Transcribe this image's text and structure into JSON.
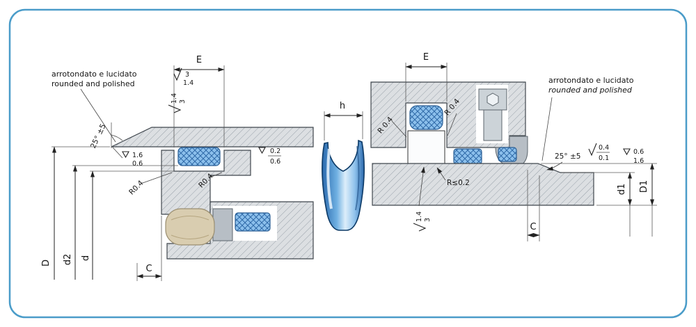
{
  "frame": {
    "border_color": "#4a9cc9"
  },
  "left": {
    "note1": "arrotondato  e lucidato",
    "note2": "rounded and polished",
    "angle": "25° ±5",
    "dim_e": "E",
    "dim_c": "C",
    "dim_D": "D",
    "dim_d2": "d2",
    "dim_d": "d",
    "radius_a": "R0.4",
    "radius_b": "R0.4",
    "finish_top": {
      "a": "3",
      "b": "1.4"
    },
    "finish_side": {
      "a": "1.4",
      "b": "3"
    },
    "finish_bore": {
      "a": "1.6",
      "b": "0.6"
    },
    "finish_groove": {
      "a": "0.2",
      "b": "0.6"
    }
  },
  "center": {
    "dim_h": "h"
  },
  "right": {
    "note1": "arrotondato e lucidato",
    "note2": "rounded and polished",
    "angle": "25° ±5",
    "dim_e": "E",
    "dim_c": "C",
    "dim_d1": "d1",
    "dim_D1": "D1",
    "radius_a": "R 0.4",
    "radius_b": "R 0.4",
    "radius_c": "R≤0.2",
    "finish_rod": {
      "a": "0.4",
      "b": "0.1"
    },
    "finish_side": {
      "a": "0.6",
      "b": "1.6"
    },
    "finish_groove": {
      "a": "1.4",
      "b": "3"
    }
  }
}
